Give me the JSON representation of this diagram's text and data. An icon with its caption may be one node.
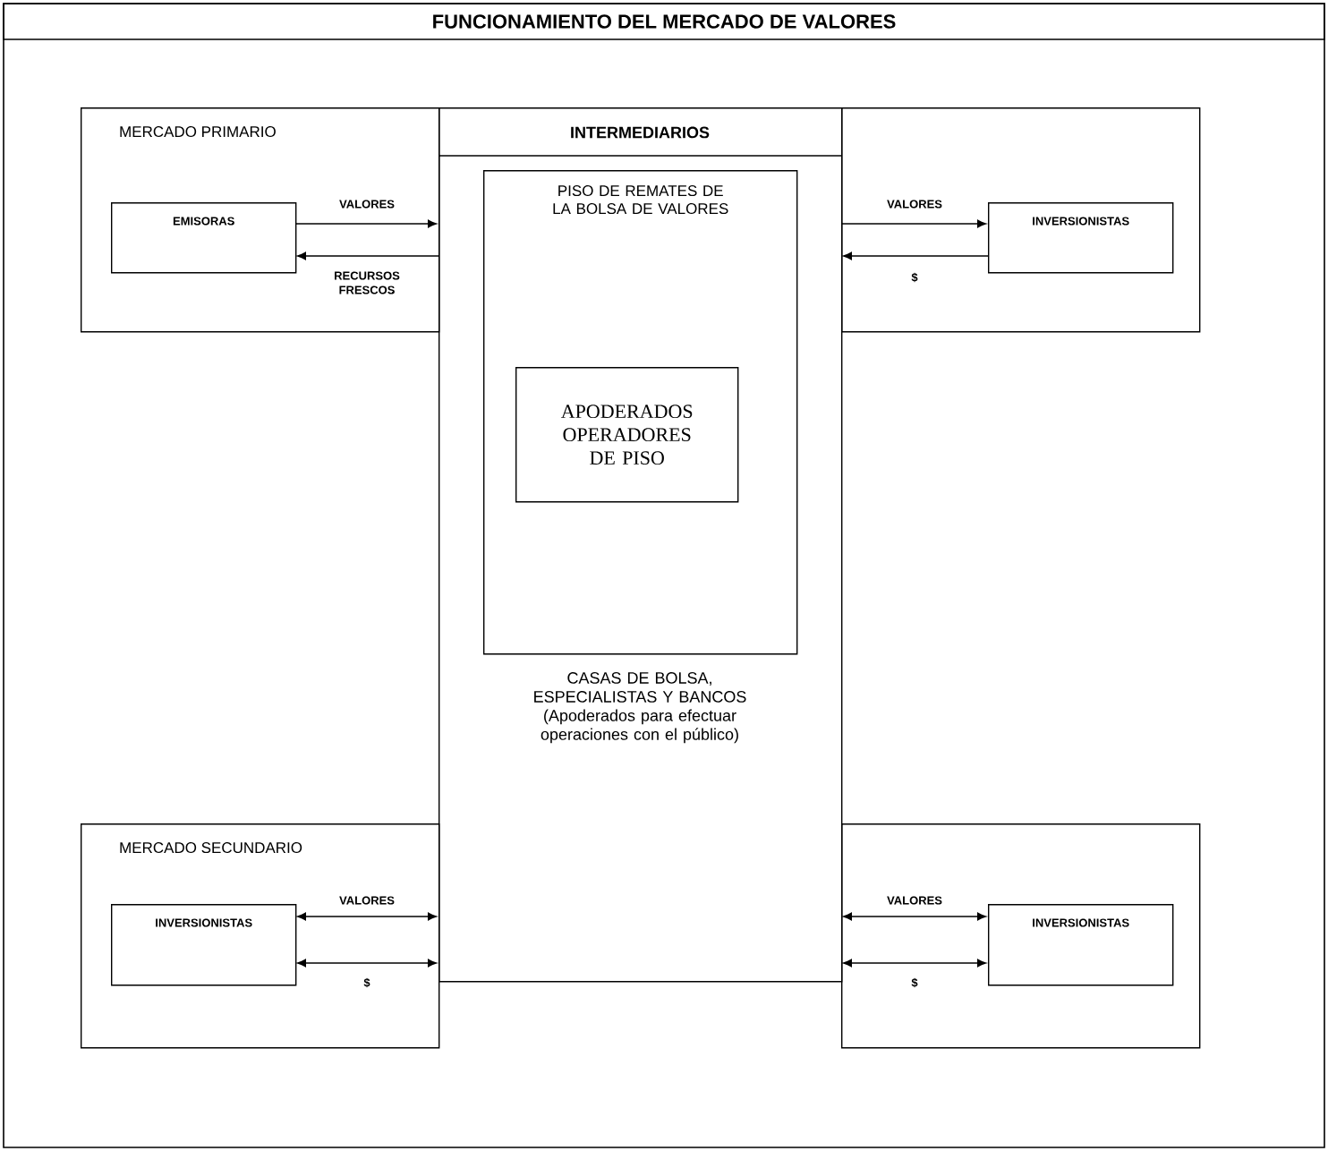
{
  "diagram": {
    "title": "FUNCIONAMIENTO DEL MERCADO DE VALORES",
    "nodes": [
      {
        "text": [
          "MERCADO PRIMARIO"
        ]
      },
      {
        "text": [
          "EMISORAS"
        ],
        "in": 0
      },
      {
        "text": [
          "INTERMEDIARIOS",
          "CASAS DE BOLSA, ESPECIALISTAS Y BANCOS (Apoderados para efectuar operaciones con el público)"
        ]
      },
      {
        "text": [
          "PISO DE REMATES DE LA BOLSA DE VALORES"
        ],
        "in": 2
      },
      {
        "text": [
          "APODERADOS OPERADORES DE PISO"
        ],
        "in": 3
      },
      {
        "text": [],
        "shape": "box"
      },
      {
        "text": [
          "INVERSIONISTAS"
        ],
        "in": 5
      },
      {
        "text": [
          "MERCADO SECUNDARIO"
        ]
      },
      {
        "text": [
          "INVERSIONISTAS"
        ],
        "in": 7
      },
      {
        "text": [],
        "shape": "box"
      },
      {
        "text": [
          "INVERSIONISTAS"
        ],
        "in": 9
      }
    ],
    "edges": [
      {
        "from": 1,
        "to": 2,
        "arrow": "to",
        "label": "VALORES"
      },
      {
        "from": 2,
        "to": 1,
        "arrow": "to",
        "label": "RECURSOS FRESCOS"
      },
      {
        "from": 2,
        "to": 6,
        "arrow": "to",
        "label": "VALORES"
      },
      {
        "from": 6,
        "to": 2,
        "arrow": "to",
        "label": "$"
      },
      {
        "from": 8,
        "to": 2,
        "arrow": "both",
        "label": "VALORES"
      },
      {
        "from": 8,
        "to": 2,
        "arrow": "both",
        "label": "$"
      },
      {
        "from": 2,
        "to": 10,
        "arrow": "both",
        "label": "VALORES"
      },
      {
        "from": 2,
        "to": 10,
        "arrow": "both",
        "label": "$"
      }
    ]
  }
}
